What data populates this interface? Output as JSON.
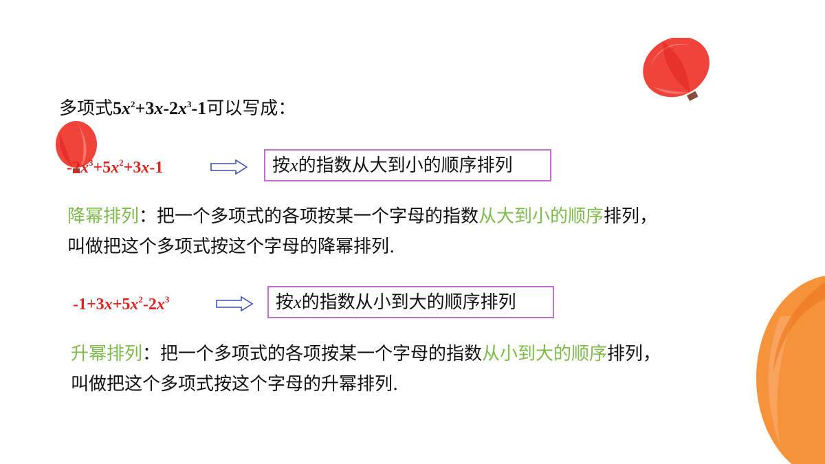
{
  "intro": {
    "prefix": "多项式",
    "c1": "5",
    "v1": "x",
    "e1": "2",
    "op1": "+3",
    "v2": "x",
    "op2": "-2",
    "v3": "x",
    "e3": "3",
    "op3": "-1",
    "suffix": "可以写成："
  },
  "descending": {
    "expr": {
      "t1": "-2",
      "v1": "x",
      "e1": "3",
      "t2": "+5",
      "v2": "x",
      "e2": "2",
      "t3": "+3",
      "v3": "x",
      "t4": "-1"
    },
    "box": {
      "pre": "按",
      "var": "x",
      "post": "的指数从大到小的顺序排列"
    },
    "def": {
      "term": "降幂排列",
      "part1": "：把一个多项式的各项按某一个字母的指数",
      "highlight": "从大到小的顺序",
      "part2": "排列，",
      "line2": "叫做把这个多项式按这个字母的降幂排列."
    }
  },
  "ascending": {
    "expr": {
      "t1": "-1",
      "t2": "+3",
      "v2": "x",
      "t3": "+5",
      "v3": "x",
      "e3": "2",
      "t4": "-2",
      "v4": "x",
      "e4": "3"
    },
    "box": {
      "pre": "按",
      "var": "x",
      "post": "的指数从小到大的顺序排列"
    },
    "def": {
      "term": "升幂排列",
      "part1": "：把一个多项式的各项按某一个字母的指数",
      "highlight": "从小到大的顺序",
      "part2": "排列，",
      "line2": "叫做把这个多项式按这个字母的升幂排列."
    }
  },
  "colors": {
    "red": "#e0231f",
    "green": "#7dbb4a",
    "box_border": "#c86bd6",
    "balloon_red": "#f0433a",
    "balloon_orange": "#f5923a"
  },
  "icons": [
    "balloon-icon",
    "arrow-right-icon"
  ]
}
